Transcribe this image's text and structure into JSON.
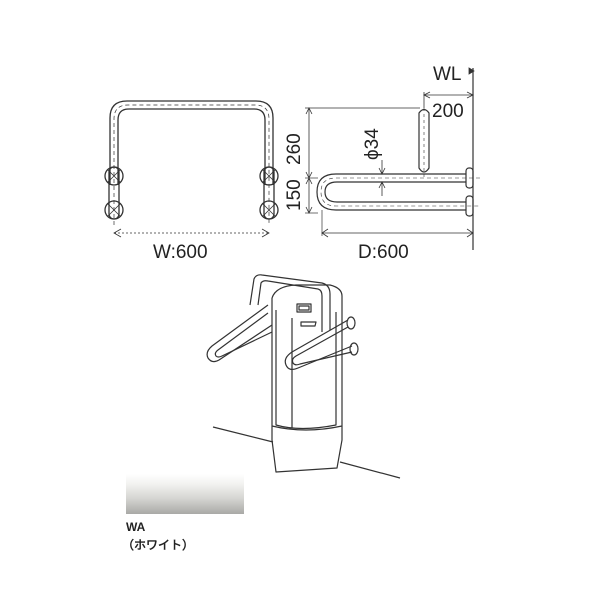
{
  "front_view": {
    "width_label": "W:600"
  },
  "side_view": {
    "depth_label": "D:600",
    "wall_line_label": "WL",
    "offset_label": "200",
    "height_upper_label": "260",
    "height_lower_label": "150",
    "diameter_label": "ϕ34"
  },
  "illustration": {
    "description": "Perspective view of urinal with handrails"
  },
  "color_option": {
    "code": "WA",
    "name": "（ホワイト）",
    "gradient_top": "#ffffff",
    "gradient_bottom": "#a9a9a6"
  }
}
